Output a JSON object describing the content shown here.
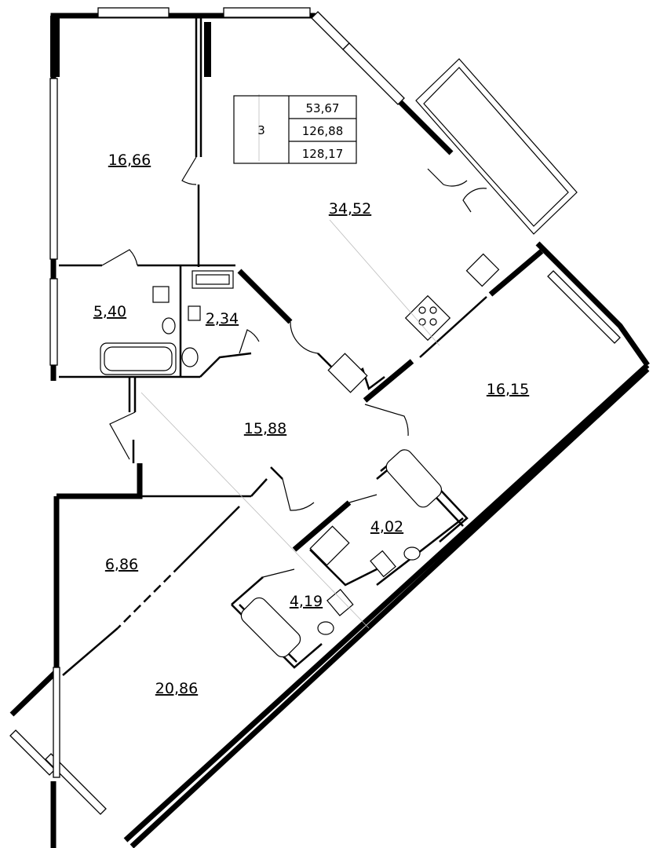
{
  "summary": {
    "rooms_count": "3",
    "living_area": "53,67",
    "total_area": "126,88",
    "total_area_with_balcony": "128,17"
  },
  "rooms": [
    {
      "id": "bedroom-top-left",
      "area": "16,66"
    },
    {
      "id": "living-kitchen",
      "area": "34,52"
    },
    {
      "id": "bathroom-left",
      "area": "5,40"
    },
    {
      "id": "wc-left",
      "area": "2,34"
    },
    {
      "id": "hall",
      "area": "15,88"
    },
    {
      "id": "bedroom-right",
      "area": "16,15"
    },
    {
      "id": "bathroom-middle",
      "area": "4,02"
    },
    {
      "id": "bathroom-lower",
      "area": "4,19"
    },
    {
      "id": "dressing",
      "area": "6,86"
    },
    {
      "id": "bedroom-bottom",
      "area": "20,86"
    }
  ]
}
